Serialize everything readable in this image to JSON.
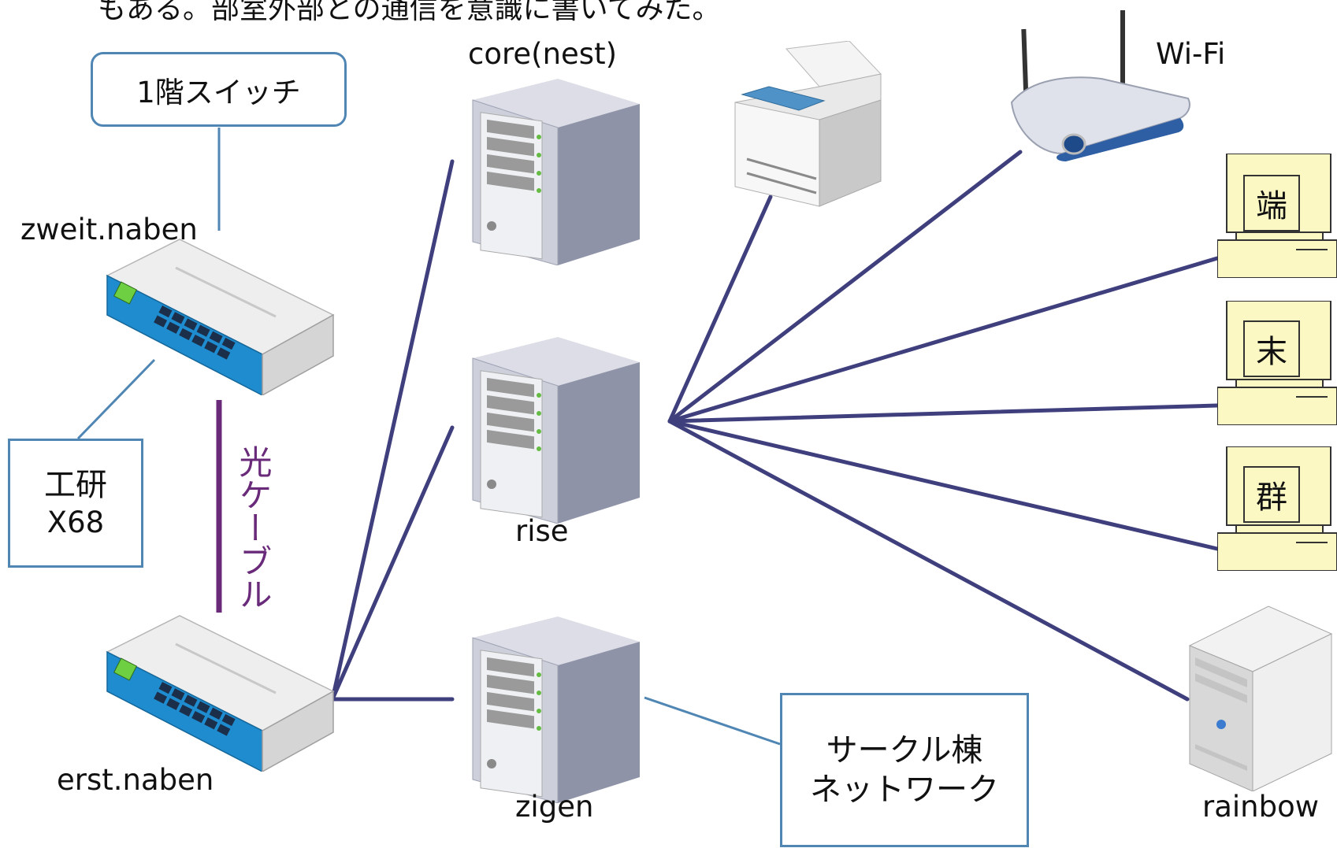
{
  "intro_text": "もある。部室外部との通信を意識に書いてみた。",
  "switch_1f": {
    "label": "1階スイッチ"
  },
  "routers": [
    {
      "name": "zweit.naben"
    },
    {
      "name": "erst.naben"
    }
  ],
  "kouken_box": {
    "line1": "工研",
    "line2": "X68"
  },
  "optical_cable": "光ケーブル",
  "servers": [
    {
      "name": "core(nest)"
    },
    {
      "name": "rise"
    },
    {
      "name": "zigen"
    }
  ],
  "wifi": {
    "label": "Wi-Fi"
  },
  "terminals": [
    "端",
    "末",
    "群"
  ],
  "rainbow": {
    "label": "rainbow"
  },
  "circle_network": {
    "line1": "サークル棟",
    "line2": "ネットワーク"
  },
  "colors": {
    "trunk": "#3f3f7d",
    "link": "#4f86b4",
    "optical": "#6a2a7a",
    "terminal": "#fbf8c4"
  },
  "icons": [
    "network-switch-icon",
    "server-tower-icon",
    "printer-icon",
    "wifi-router-icon",
    "desktop-computer-icon",
    "server-icon"
  ]
}
